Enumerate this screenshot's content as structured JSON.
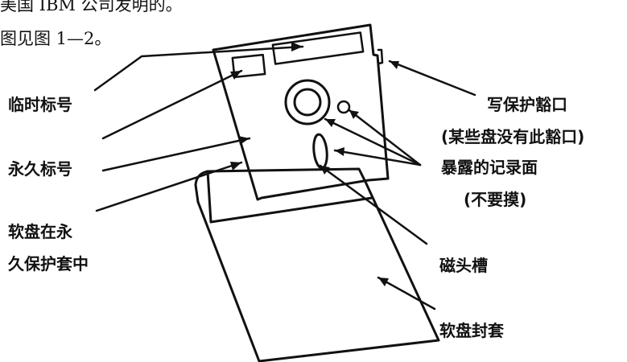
{
  "header": {
    "line1": "美国 IBM 公司发明的。",
    "line2": "图见图 1—2。"
  },
  "labels": {
    "temporary_label": "临时标号",
    "permanent_label": "永久标号",
    "disk_in_sleeve_1": "软盘在永",
    "disk_in_sleeve_2": "久保护套中",
    "write_protect_notch": "写保护豁口",
    "write_protect_note": "(某些盘没有此豁口)",
    "exposed_surface": "暴露的记录面",
    "exposed_note": "(不要摸)",
    "head_slot": "磁头槽",
    "disk_envelope": "软盘封套"
  },
  "colors": {
    "ink": "#111111",
    "background": "#ffffff"
  }
}
